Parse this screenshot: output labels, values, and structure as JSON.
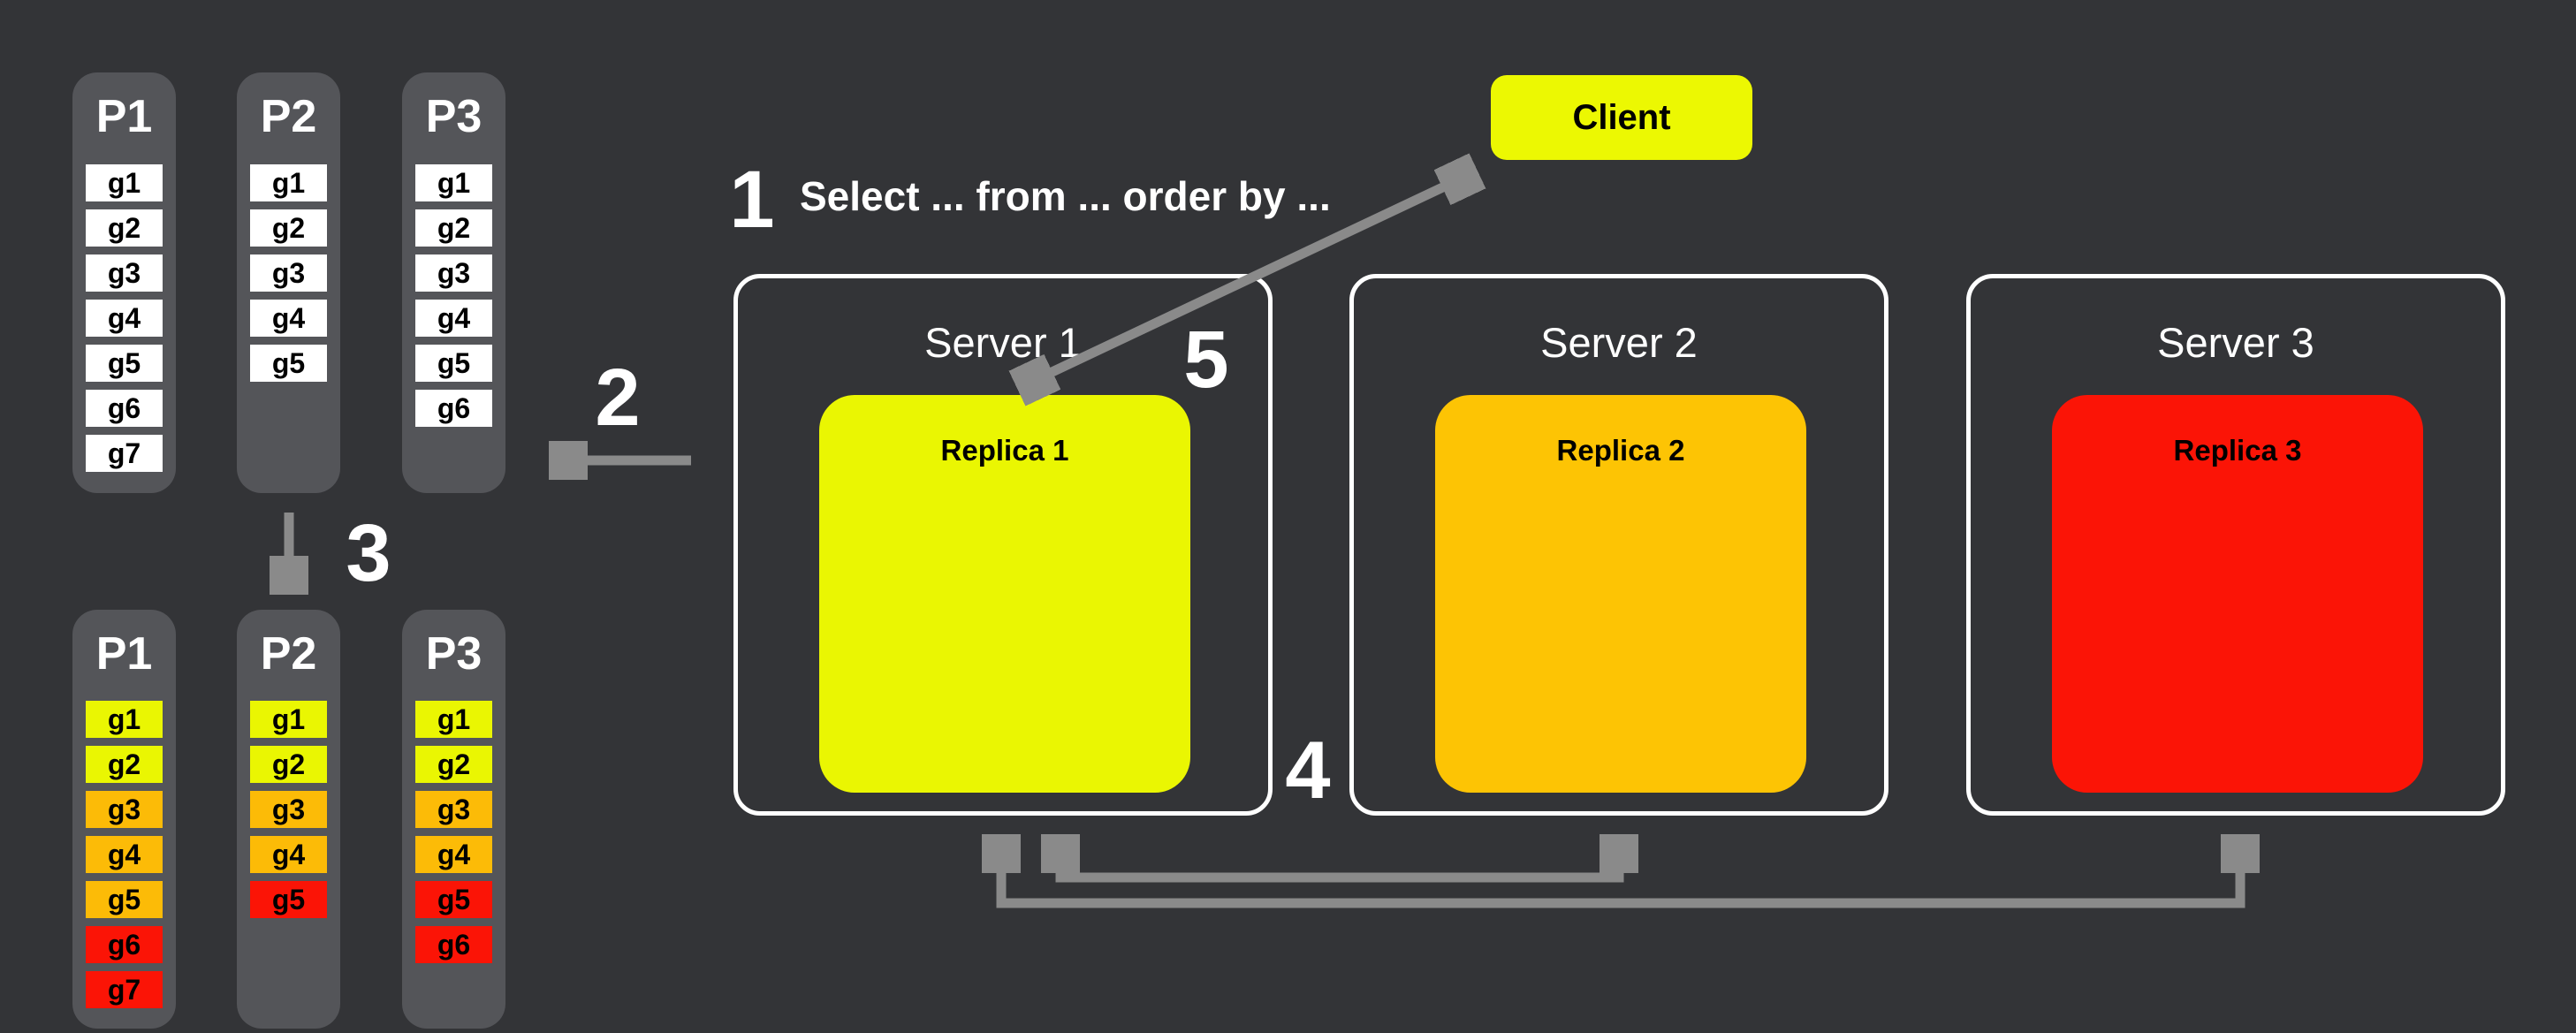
{
  "colors": {
    "background": "#333437",
    "panel": "#545559",
    "arrow": "#8a8a8a",
    "border": "#ffffff",
    "yellow": "#eaf602",
    "orange": "#fcbb07",
    "red": "#fb1406"
  },
  "steps": {
    "s1": {
      "n": "1",
      "text": "Select ... from ... order by ..."
    },
    "s2": {
      "n": "2"
    },
    "s3": {
      "n": "3"
    },
    "s4": {
      "n": "4"
    },
    "s5": {
      "n": "5"
    }
  },
  "client": {
    "label": "Client",
    "color": "#ecf802"
  },
  "servers": [
    {
      "label": "Server 1",
      "replica": {
        "label": "Replica 1",
        "color": "#eaf602"
      }
    },
    {
      "label": "Server 2",
      "replica": {
        "label": "Replica 2",
        "color": "#fdc404"
      }
    },
    {
      "label": "Server 3",
      "replica": {
        "label": "Replica 3",
        "color": "#fb1406"
      }
    }
  ],
  "partitions_top": [
    {
      "name": "P1",
      "groups": [
        "g1",
        "g2",
        "g3",
        "g4",
        "g5",
        "g6",
        "g7"
      ]
    },
    {
      "name": "P2",
      "groups": [
        "g1",
        "g2",
        "g3",
        "g4",
        "g5"
      ]
    },
    {
      "name": "P3",
      "groups": [
        "g1",
        "g2",
        "g3",
        "g4",
        "g5",
        "g6"
      ]
    }
  ],
  "partitions_bottom": [
    {
      "name": "P1",
      "groups": [
        {
          "label": "g1",
          "color": "#eaf602"
        },
        {
          "label": "g2",
          "color": "#eaf602"
        },
        {
          "label": "g3",
          "color": "#fcbb07"
        },
        {
          "label": "g4",
          "color": "#fcbb07"
        },
        {
          "label": "g5",
          "color": "#fcbb07"
        },
        {
          "label": "g6",
          "color": "#fb1406"
        },
        {
          "label": "g7",
          "color": "#fb1406"
        }
      ]
    },
    {
      "name": "P2",
      "groups": [
        {
          "label": "g1",
          "color": "#eaf602"
        },
        {
          "label": "g2",
          "color": "#eaf602"
        },
        {
          "label": "g3",
          "color": "#fcbb07"
        },
        {
          "label": "g4",
          "color": "#fcbb07"
        },
        {
          "label": "g5",
          "color": "#fb1406"
        }
      ]
    },
    {
      "name": "P3",
      "groups": [
        {
          "label": "g1",
          "color": "#eaf602"
        },
        {
          "label": "g2",
          "color": "#eaf602"
        },
        {
          "label": "g3",
          "color": "#fcbb07"
        },
        {
          "label": "g4",
          "color": "#fcbb07"
        },
        {
          "label": "g5",
          "color": "#fb1406"
        },
        {
          "label": "g6",
          "color": "#fb1406"
        }
      ]
    }
  ]
}
